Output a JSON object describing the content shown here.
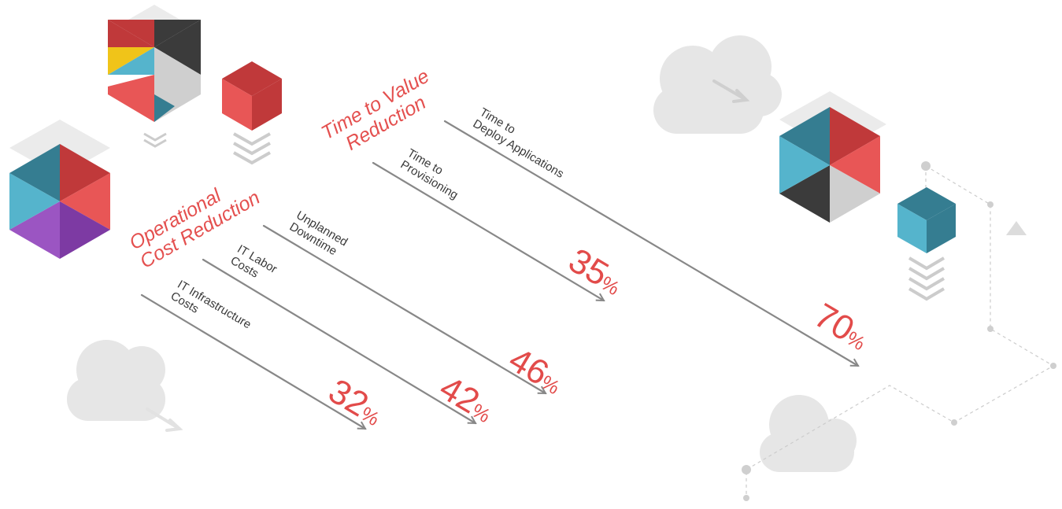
{
  "headings": {
    "time_to_value": [
      "Time to Value",
      "Reduction"
    ],
    "operational": [
      "Operational",
      "Cost Reduction"
    ]
  },
  "metrics": [
    {
      "label": [
        "Time to",
        "Deploy Applications"
      ],
      "value": "70",
      "unit": "%"
    },
    {
      "label": [
        "Time to",
        "Provisioning"
      ],
      "value": "35",
      "unit": "%"
    },
    {
      "label": [
        "Unplanned",
        "Downtime"
      ],
      "value": "46",
      "unit": "%"
    },
    {
      "label": [
        "IT Labor",
        "Costs"
      ],
      "value": "42",
      "unit": "%"
    },
    {
      "label": [
        "IT Infrastructure",
        "Costs"
      ],
      "value": "32",
      "unit": "%"
    }
  ],
  "colors": {
    "accent_red": "#e24b4a",
    "dark_red": "#c0393a",
    "teal_dark": "#357d91",
    "teal_light": "#55b4cc",
    "charcoal": "#3b3b3b",
    "light_gray": "#cfcfcf",
    "yellow": "#f0c419",
    "purple": "#8e47b4",
    "arrow_gray": "#888888",
    "cloud_gray": "#e6e6e6"
  },
  "icons": [
    "isometric-cube-icon",
    "chevron-down-icon",
    "cloud-icon",
    "arrow-icon",
    "triangle-icon",
    "network-node-icon"
  ]
}
